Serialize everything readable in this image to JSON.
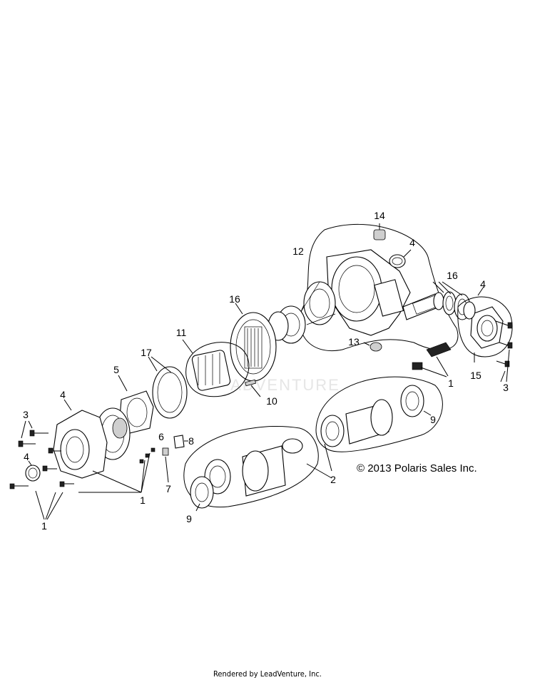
{
  "callouts": {
    "c1a": "1",
    "c1b": "1",
    "c1c": "1",
    "c2": "2",
    "c3a": "3",
    "c3b": "3",
    "c4a": "4",
    "c4b": "4",
    "c4c": "4",
    "c4d": "4",
    "c5": "5",
    "c6": "6",
    "c7": "7",
    "c8": "8",
    "c9a": "9",
    "c9b": "9",
    "c10": "10",
    "c11": "11",
    "c12": "12",
    "c13": "13",
    "c14": "14",
    "c15": "15",
    "c16a": "16",
    "c16b": "16",
    "c17": "17"
  },
  "copyright": "© 2013 Polaris Sales Inc.",
  "watermark": "ADVENTURE",
  "footer": "Rendered by LeadVenture, Inc."
}
